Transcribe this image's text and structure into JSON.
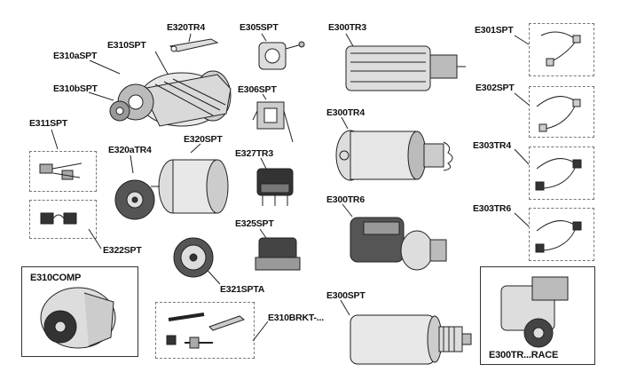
{
  "labels": {
    "e320tr4": "E320TR4",
    "e305spt": "E305SPT",
    "e300tr3": "E300TR3",
    "e301spt": "E301SPT",
    "e310spt": "E310SPT",
    "e310aspt": "E310aSPT",
    "e310bspt": "E310bSPT",
    "e306spt": "E306SPT",
    "e302spt": "E302SPT",
    "e300tr4": "E300TR4",
    "e311spt": "E311SPT",
    "e320atr4": "E320aTR4",
    "e320spt": "E320SPT",
    "e327tr3": "E327TR3",
    "e303tr4": "E303TR4",
    "e300tr6": "E300TR6",
    "e303tr6": "E303TR6",
    "e325spt": "E325SPT",
    "e322spt": "E322SPT",
    "e310comp": "E310COMP",
    "e321spta": "E321SPTA",
    "e300spt": "E300SPT",
    "e310brkt": "E310BRKT-...",
    "e300trrace": "E300TR...RACE"
  }
}
